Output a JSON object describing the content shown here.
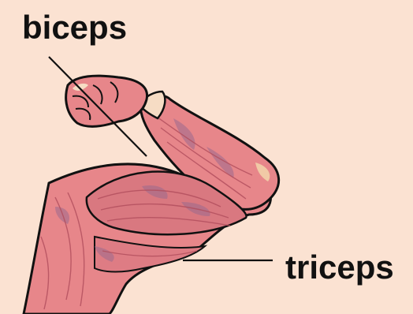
{
  "labels": {
    "biceps": "biceps",
    "triceps": "triceps"
  },
  "colors": {
    "background": "#fbe2d2",
    "muscle": "#e7868a",
    "muscle_dark": "#d0646e",
    "fiber_shade": "#9b6a8e",
    "skin_tan": "#f1c9a6",
    "outline": "#111111"
  },
  "icons": {
    "arm": "flexed-arm-muscle-illustration"
  }
}
